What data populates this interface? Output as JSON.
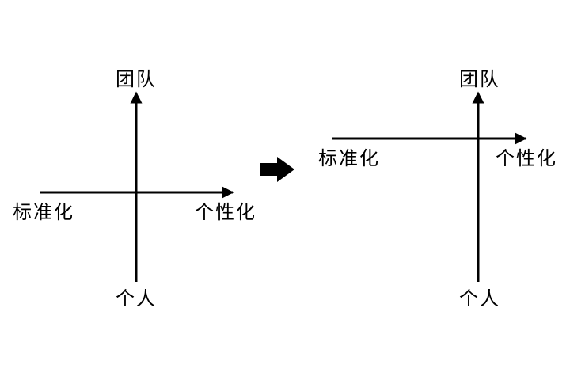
{
  "colors": {
    "line": "#000000",
    "text": "#000000",
    "background": "#ffffff"
  },
  "arrow_icon": "right-arrow-icon",
  "before": {
    "top_label": "团队",
    "bottom_label": "个人",
    "left_label": "标准化",
    "right_label": "个性化"
  },
  "after": {
    "top_label": "团队",
    "bottom_label": "个人",
    "left_label": "标准化",
    "right_label": "个性化"
  }
}
